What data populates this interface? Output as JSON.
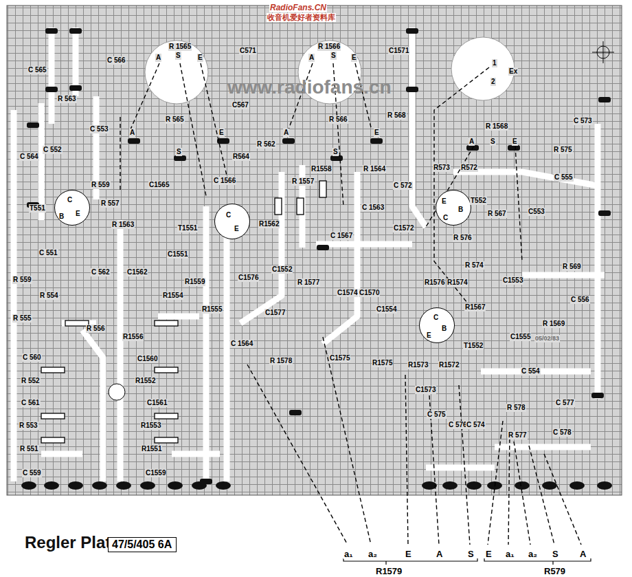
{
  "diagram": {
    "title": "Regler Platte",
    "nodes": [
      {
        "text": [
          "C",
          "E",
          "B"
        ]
      },
      {
        "text": [
          "C",
          "E"
        ]
      },
      {
        "text": [
          "E",
          "B",
          "C"
        ]
      },
      {
        "text": [
          "C",
          "B",
          "E"
        ]
      },
      {
        "text": [
          "47/5/405 6A"
        ]
      }
    ],
    "labels": [
      "RadioFans.CN",
      "收音机爱好者资料库",
      "www.radiofans.cn",
      "C 565",
      "C 566",
      "R 1565",
      "A",
      "S",
      "E",
      "C571",
      "R 1566",
      "A",
      "S",
      "E",
      "C1571",
      "1",
      "2",
      "Ex",
      "R 563",
      "C567",
      "R 565",
      "A",
      "E",
      "S",
      "R 566",
      "A",
      "E",
      "S",
      "R 562",
      "R 568",
      "R 1568",
      "A",
      "S",
      "E",
      "C 573",
      "R 575",
      "C 553",
      "C 552",
      "C 564",
      "R564",
      "R1558",
      "R 1564",
      "R573",
      "R572",
      "C 555",
      "R 559",
      "C1565",
      "C 1566",
      "R 1557",
      "C 572",
      "C 1563",
      "T552",
      "R 567",
      "C553",
      "R 557",
      "T551",
      "T1551",
      "R 1563",
      "R1562",
      "C 1567",
      "C1572",
      "R 576",
      "C 551",
      "C1551",
      "C1552",
      "R 574",
      "R 569",
      "C 562",
      "C1562",
      "R 559",
      "R1559",
      "C1576",
      "R 1577",
      "C1574",
      "C1570",
      "R1576",
      "R1574",
      "C1553",
      "R 554",
      "R1554",
      "C 556",
      "C1554",
      "R1555",
      "R1567",
      "C1577",
      "R 555",
      "R 1569",
      "R 556",
      "R1556",
      "C1555",
      "05/02/83",
      "C 1564",
      "T1552",
      "R 1578",
      "C1575",
      "C 560",
      "C1560",
      "R1575",
      "R1573",
      "R1572",
      "C 554",
      "R 552",
      "R1552",
      "C1573",
      "C 561",
      "C1561",
      "C 577",
      "R 578",
      "C 575",
      "R 553",
      "R1553",
      "C 576",
      "C 574",
      "C 578",
      "R 577",
      "R 551",
      "R1551",
      "C 559",
      "C1559",
      "a₁",
      "a₂",
      "E",
      "A",
      "S",
      "R1579",
      "E",
      "a₁",
      "a₂",
      "S",
      "A",
      "R579"
    ]
  }
}
